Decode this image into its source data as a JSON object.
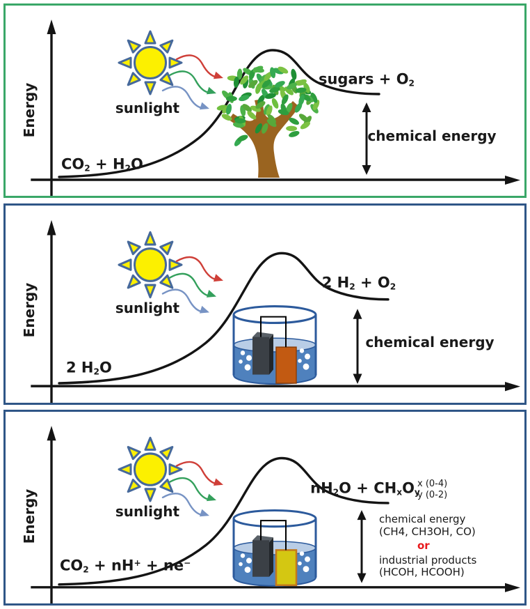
{
  "colors": {
    "panel1_border": "#3aa768",
    "panel23_border": "#2f5687",
    "or_red": "#e8191c",
    "sun_yellow": "#fcf000",
    "sun_outline": "#46699b",
    "ray_red": "#cf3f38",
    "ray_green": "#34a05c",
    "ray_blue": "#7793c4",
    "water_blue": "#4f81bd",
    "water_surface": "#b9cde6",
    "beaker_outline": "#2c5a9c",
    "electrode_dark": "#3b4046",
    "electrode_orange": "#c25a12",
    "electrode_yellow": "#d4c712",
    "tree_trunk": "#9a6420",
    "leaf_palette": [
      "#2e9e3e",
      "#4cb249",
      "#6fbf3f",
      "#1f8f35",
      "#57a83a",
      "#35aa52",
      "#7cc243"
    ]
  },
  "panels": [
    {
      "axis_label": "Energy",
      "sun_label": "sunlight",
      "reactant": {
        "t1": "CO",
        "s1": "2",
        "t2": " + H",
        "s2": "2",
        "t3": "O"
      },
      "product": {
        "t1": "sugars + O",
        "s1": "2"
      },
      "energy_label": "chemical energy"
    },
    {
      "axis_label": "Energy",
      "sun_label": "sunlight",
      "reactant": {
        "t1": "2 H",
        "s1": "2",
        "t2": "O"
      },
      "product": {
        "t1": "2 H",
        "s1": "2",
        "t2": " + O",
        "s2": "2"
      },
      "energy_label": "chemical energy"
    },
    {
      "axis_label": "Energy",
      "sun_label": "sunlight",
      "reactant": {
        "t1": "CO",
        "s1": "2",
        "t2": " + nH",
        "p1": "+",
        "t3": " + ne",
        "p2": "−"
      },
      "product": {
        "t1": "nH",
        "s1": "2",
        "t2": "O + CH",
        "s2": "x",
        "t3": "O",
        "s3": "y"
      },
      "product_notes": {
        "line1": "x (0-4)",
        "line2": "y (0-2)"
      },
      "annotation": {
        "line1": "chemical energy",
        "line2": "(CH4, CH3OH, CO)",
        "or": "or",
        "line3": "industrial products",
        "line4": "(HCOH, HCOOH)"
      }
    }
  ]
}
